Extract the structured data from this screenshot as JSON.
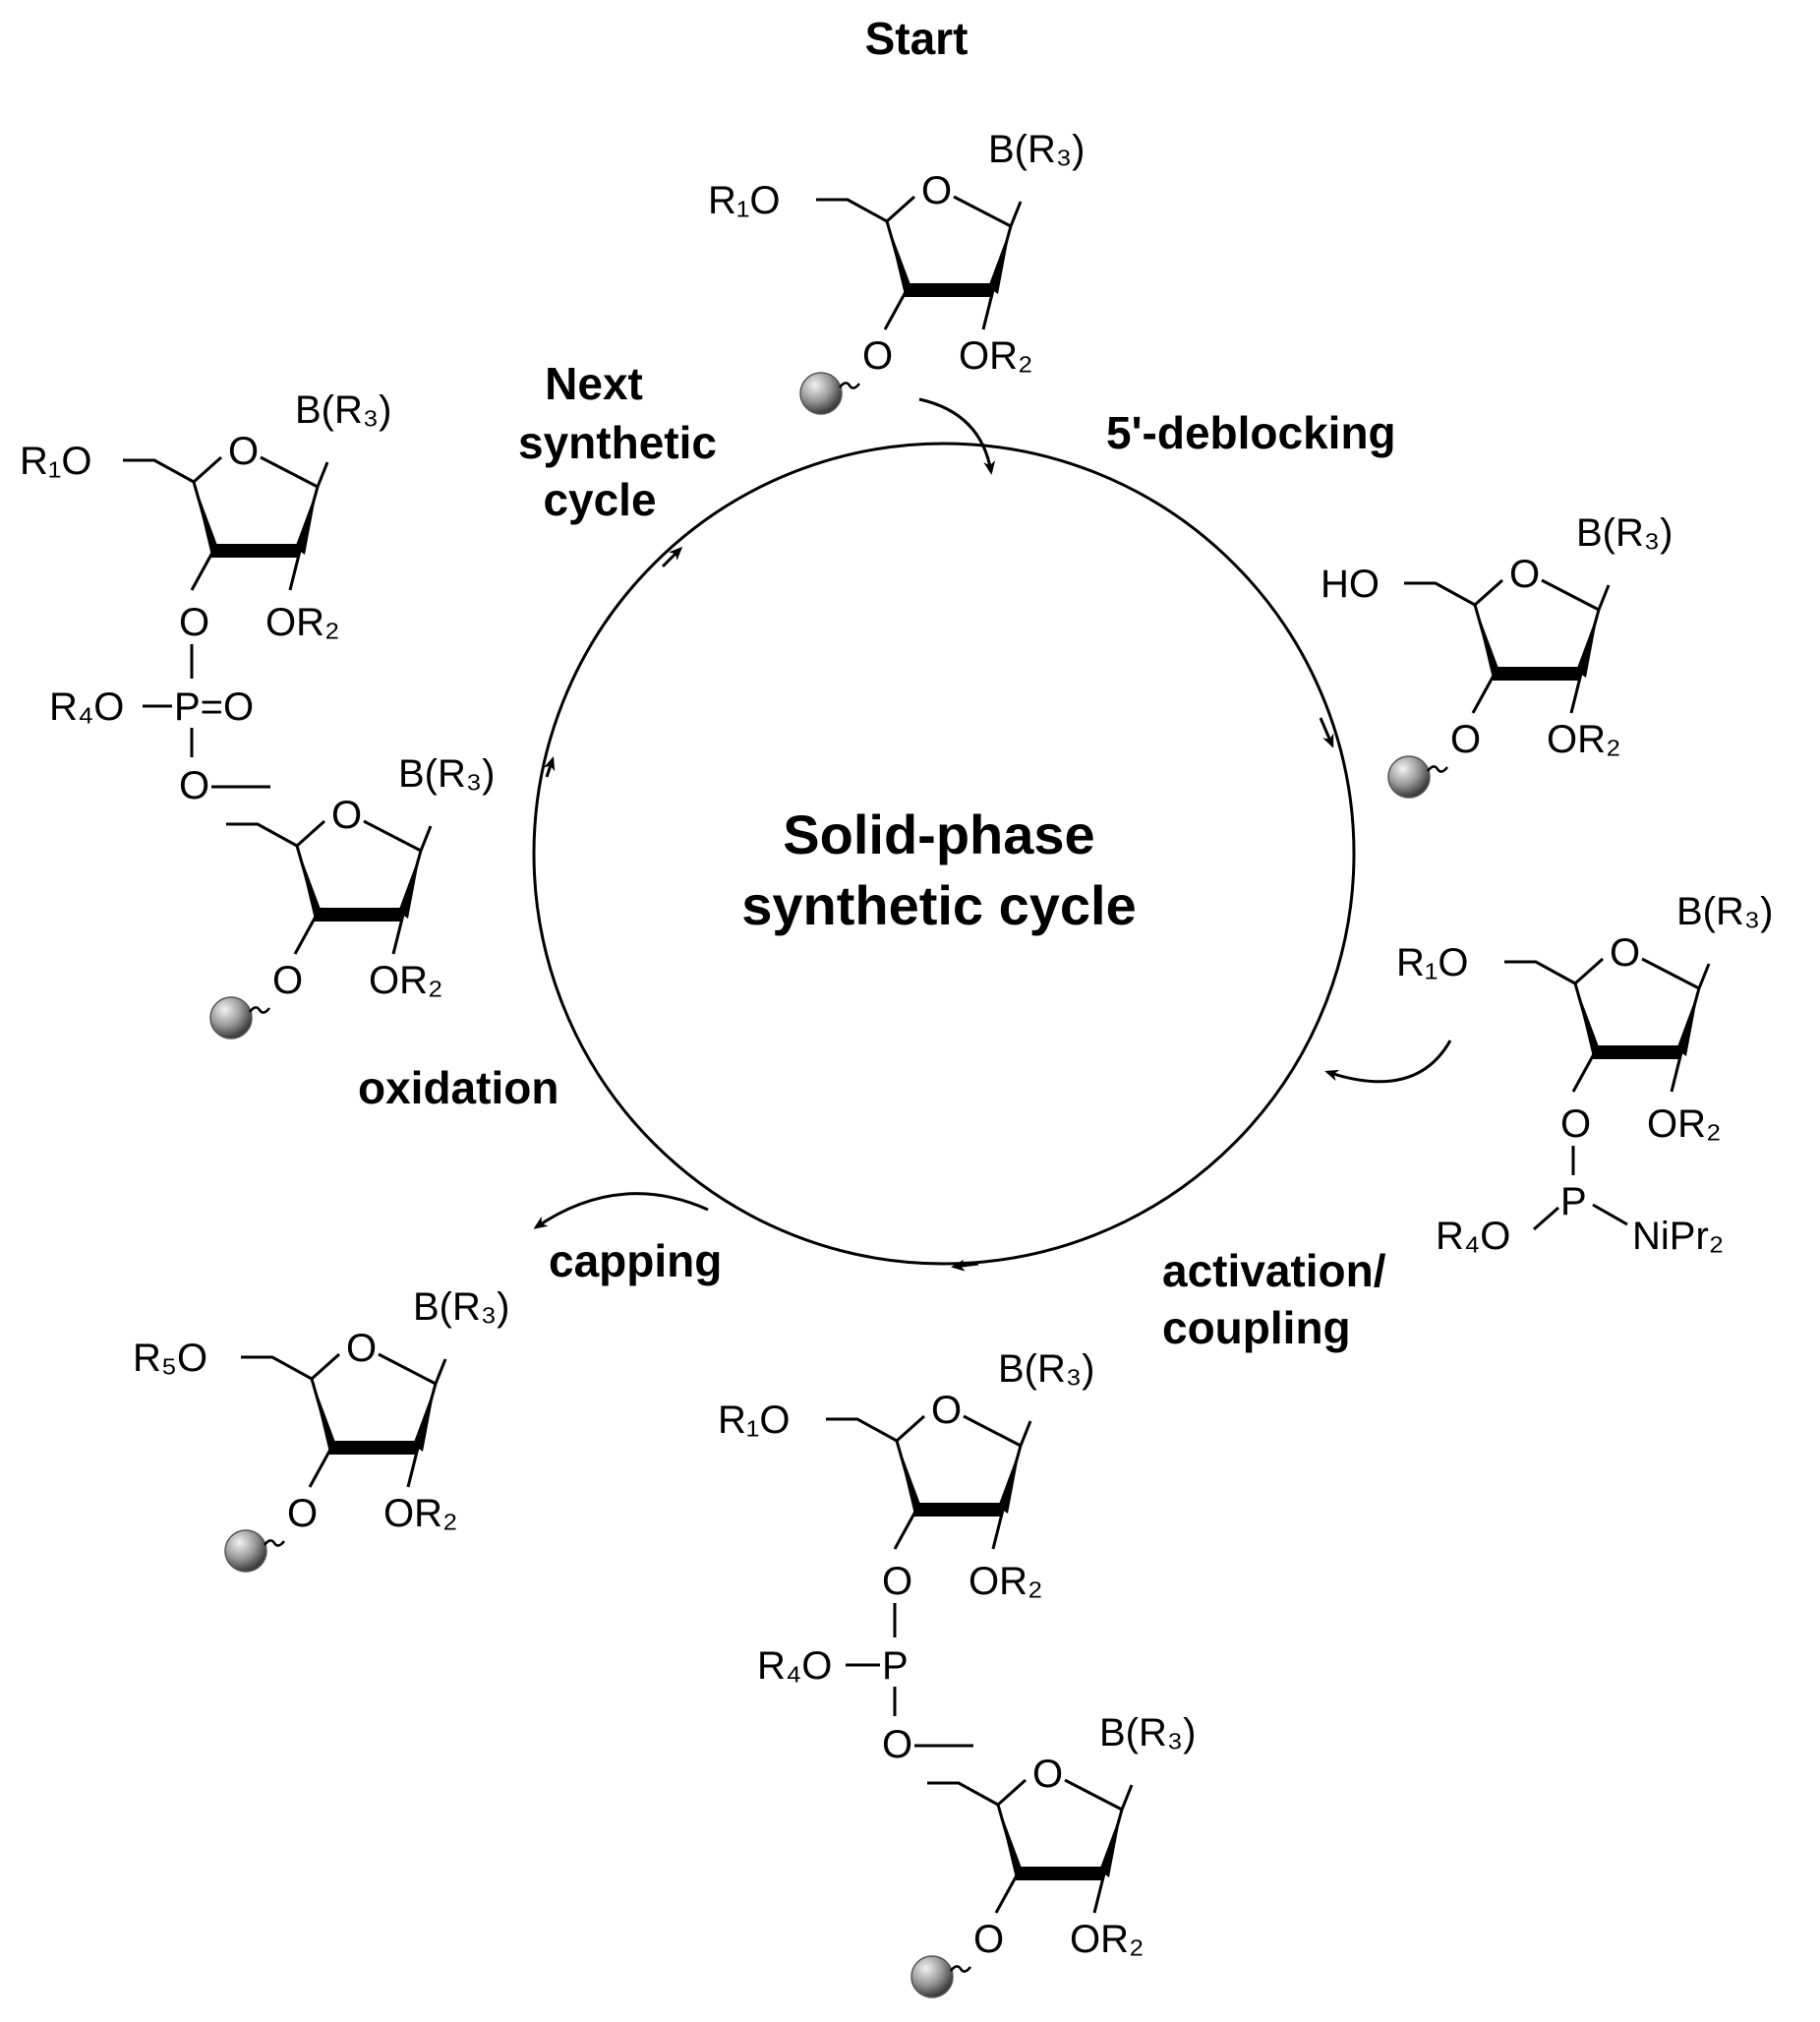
{
  "diagram": {
    "center_title_line1": "Solid-phase",
    "center_title_line2": "synthetic cycle",
    "steps": {
      "start": "Start",
      "deblocking": "5'-deblocking",
      "coupling_line1": "activation/",
      "coupling_line2": "coupling",
      "capping": "capping",
      "oxidation": "oxidation",
      "next_line1": "Next",
      "next_line2": "synthetic",
      "next_line3": "cycle"
    }
  },
  "atoms": {
    "R1O": "R₁O",
    "R5O": "R₅O",
    "R4O": "R₄O",
    "HO": "HO",
    "O": "O",
    "OR2": "OR₂",
    "BR3": "B(R₃)",
    "P": "P",
    "PO": "P=O",
    "NiPr2": "NiPr₂"
  },
  "colors": {
    "ink": "#000000",
    "bead_light": "#f2f2f2",
    "bead_dark": "#3a3a3a"
  }
}
